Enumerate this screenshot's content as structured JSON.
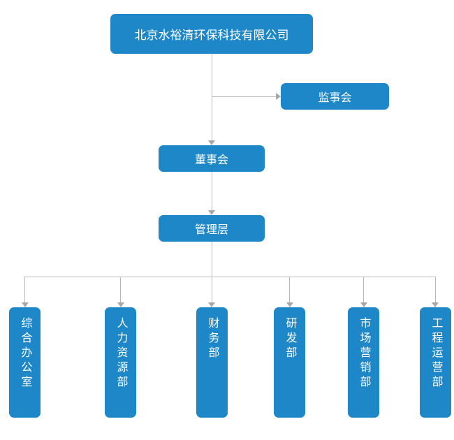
{
  "org_chart": {
    "company": "北京水裕清环保科技有限公司",
    "supervisory_board": "监事会",
    "board_of_directors": "董事会",
    "management": "管理层",
    "departments": [
      "综合办公室",
      "人力资源部",
      "财务部",
      "研发部",
      "市场营销部",
      "工程运营部"
    ]
  },
  "colors": {
    "node_background": "#1e87c8",
    "node_text": "#ffffff",
    "connector_line": "#b9b9b9",
    "arrowhead": "#a8a8a8",
    "page_background": "#ffffff"
  }
}
